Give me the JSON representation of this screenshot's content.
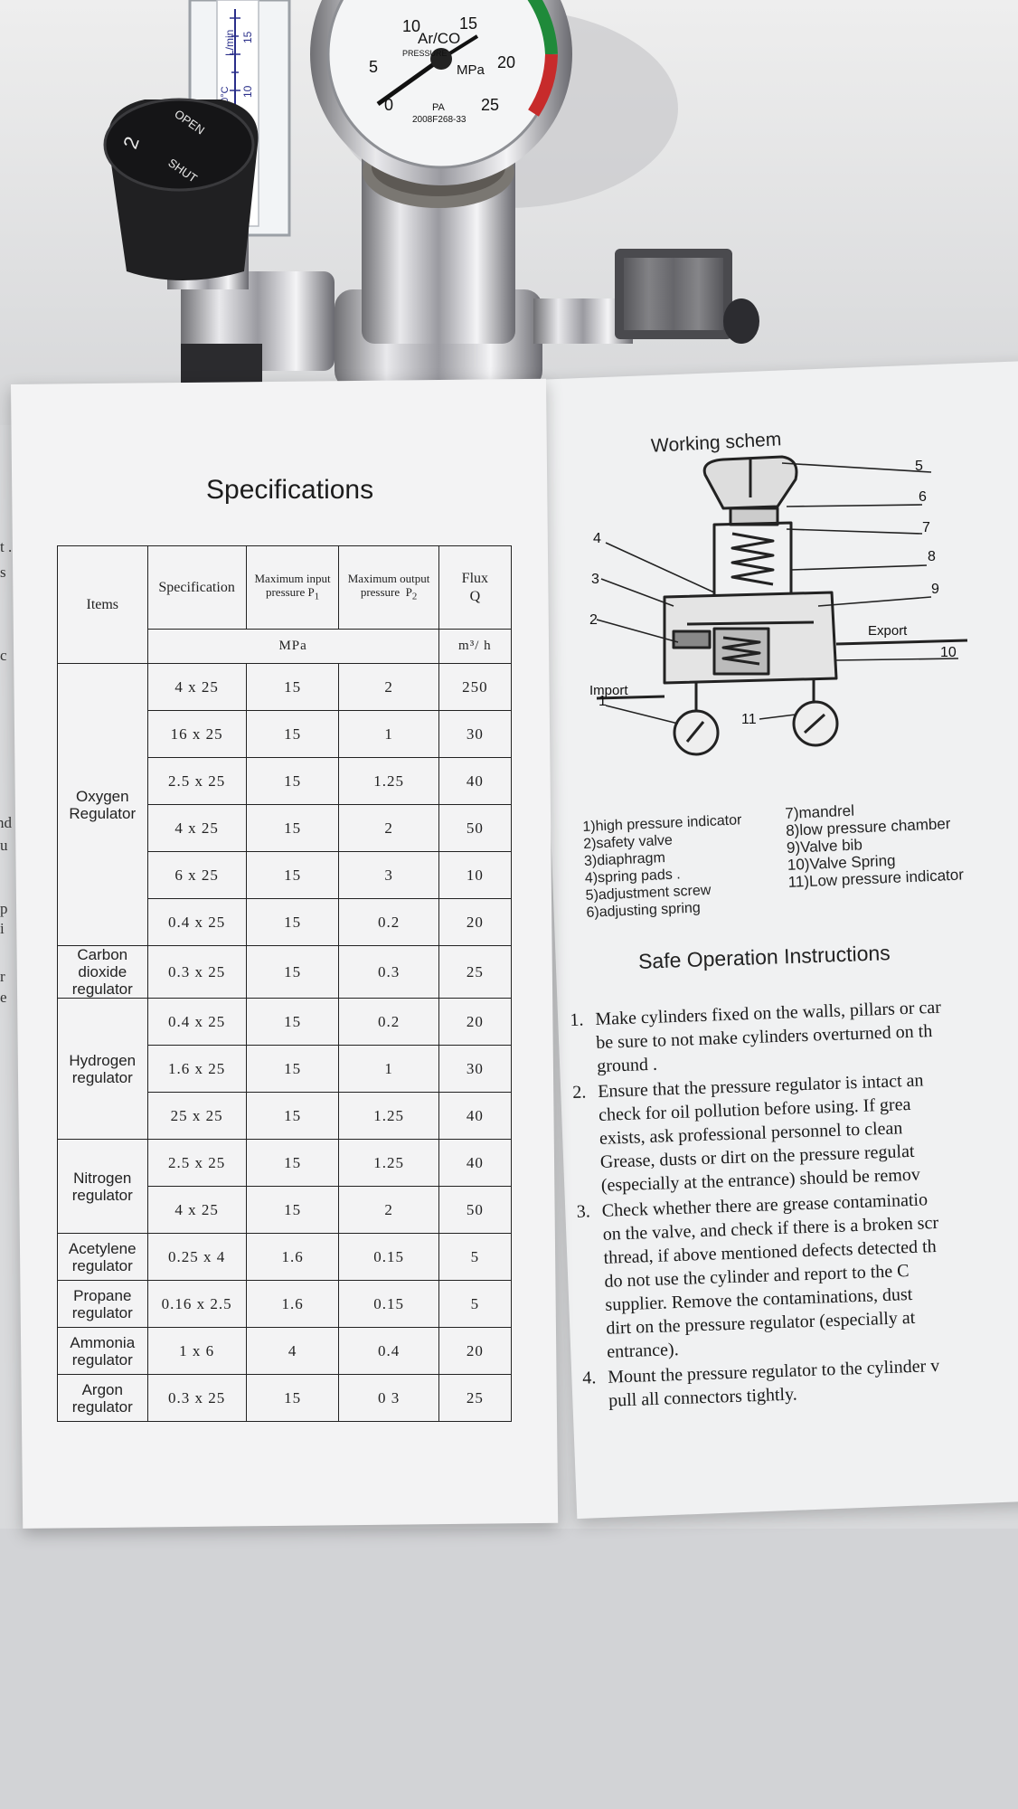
{
  "gauge": {
    "ticks": [
      "0",
      "5",
      "10",
      "15",
      "20",
      "25"
    ],
    "gas_label": "Ar/CO",
    "unit": "MPa",
    "pressure_text": "PRESSURE",
    "model": "2008F268-33",
    "mark": "PA"
  },
  "flowmeter": {
    "unit": "L/min",
    "temp": "20°C",
    "ticks": [
      "10",
      "15"
    ]
  },
  "knob": {
    "number": "2",
    "open": "OPEN",
    "shut": "SHUT"
  },
  "spec": {
    "title": "Specifications",
    "headers": {
      "items": "Items",
      "specification": "Specification",
      "max_input_a": "Maximum input",
      "max_input_b": "pressure P",
      "max_input_sub": "1",
      "max_output_a": "Maximum output",
      "max_output_b": "pressure",
      "max_output_p": "P",
      "max_output_sub": "2",
      "flux_a": "Flux",
      "flux_b": "Q",
      "unit_mpa": "MPa",
      "unit_m3": "m³/ h"
    },
    "groups": [
      {
        "name": "Oxygen Regulator",
        "rows": [
          [
            "4 x 25",
            "15",
            "2",
            "250"
          ],
          [
            "16 x 25",
            "15",
            "1",
            "30"
          ],
          [
            "2.5 x 25",
            "15",
            "1.25",
            "40"
          ],
          [
            "4 x 25",
            "15",
            "2",
            "50"
          ],
          [
            "6 x 25",
            "15",
            "3",
            "10"
          ],
          [
            "0.4 x 25",
            "15",
            "0.2",
            "20"
          ]
        ]
      },
      {
        "name": "Carbon dioxide regulator",
        "rows": [
          [
            "0.3 x 25",
            "15",
            "0.3",
            "25"
          ]
        ]
      },
      {
        "name": "Hydrogen regulator",
        "rows": [
          [
            "0.4 x 25",
            "15",
            "0.2",
            "20"
          ],
          [
            "1.6 x 25",
            "15",
            "1",
            "30"
          ],
          [
            "25 x 25",
            "15",
            "1.25",
            "40"
          ]
        ]
      },
      {
        "name": "Nitrogen regulator",
        "rows": [
          [
            "2.5 x 25",
            "15",
            "1.25",
            "40"
          ],
          [
            "4 x 25",
            "15",
            "2",
            "50"
          ]
        ]
      },
      {
        "name": "Acetylene regulator",
        "rows": [
          [
            "0.25 x 4",
            "1.6",
            "0.15",
            "5"
          ]
        ]
      },
      {
        "name": "Propane regulator",
        "rows": [
          [
            "0.16 x 2.5",
            "1.6",
            "0.15",
            "5"
          ]
        ]
      },
      {
        "name": "Ammonia regulator",
        "rows": [
          [
            "1 x 6",
            "4",
            "0.4",
            "20"
          ]
        ]
      },
      {
        "name": "Argon regulator",
        "rows": [
          [
            "0.3 x 25",
            "15",
            "0 3",
            "25"
          ]
        ]
      }
    ]
  },
  "schematic": {
    "title": "Working schem",
    "numbers": [
      "1",
      "2",
      "3",
      "4",
      "5",
      "6",
      "7",
      "8",
      "9",
      "10",
      "11"
    ],
    "import_label": "Import",
    "export_label": "Export",
    "legend_left": [
      "1)high pressure indicator",
      "2)safety valve",
      "3)diaphragm",
      "4)spring pads .",
      "5)adjustment screw",
      "6)adjusting spring"
    ],
    "legend_right": [
      "7)mandrel",
      "8)low pressure chamber",
      "9)Valve bib",
      "10)Valve Spring",
      "11)Low pressure indicator"
    ]
  },
  "safe": {
    "title": "Safe Operation Instructions",
    "items": [
      {
        "num": "1.",
        "lines": [
          "Make cylinders fixed on the walls, pillars or car",
          "be sure to not make cylinders overturned on th",
          "ground ."
        ]
      },
      {
        "num": "2.",
        "lines": [
          "Ensure that the pressure regulator is intact an",
          "check for oil pollution before using. If grea",
          "exists, ask professional personnel to clean",
          "Grease, dusts or dirt on the pressure regulat",
          "(especially at the entrance) should be remov"
        ]
      },
      {
        "num": "3.",
        "lines": [
          "Check whether there are grease contaminatio",
          "on the valve, and check if there is a broken scr",
          "thread, if above mentioned defects detected th",
          "do not use the cylinder and report to the C",
          "supplier. Remove the contaminations, dust",
          "dirt on the pressure regulator (especially at",
          "entrance)."
        ]
      },
      {
        "num": "4.",
        "lines": [
          "Mount the pressure regulator to the cylinder v",
          "pull all connectors tightly."
        ]
      }
    ]
  },
  "left_edge_fragments": [
    "t .",
    "s",
    "c",
    "nd",
    "u",
    "p",
    "i",
    "r",
    "e"
  ]
}
